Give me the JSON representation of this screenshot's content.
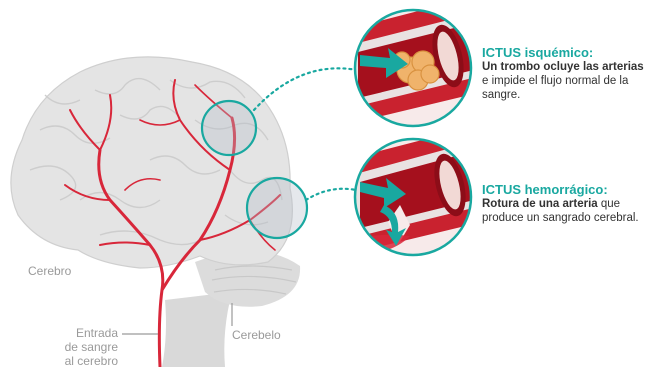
{
  "labels": {
    "cerebro": "Cerebro",
    "cerebelo": "Cerebelo",
    "entrada_line1": "Entrada",
    "entrada_line2": "de sangre",
    "entrada_line3": "al cerebro"
  },
  "ischemic": {
    "title": "ICTUS isquémico:",
    "bold_text": "Un trombo ocluye las arterias",
    "text_line1": "e impide el flujo normal de la",
    "text_line2": "sangre."
  },
  "hemorrhagic": {
    "title": "ICTUS hemorrágico:",
    "bold_text": "Rotura de una arteria",
    "text_after_bold": " que",
    "text_line2": "produce un sangrado cerebral."
  },
  "colors": {
    "teal": "#19a8a0",
    "artery_red": "#d8273a",
    "brain_gray": "#e3e3e3",
    "label_gray": "#9a9a9a"
  }
}
